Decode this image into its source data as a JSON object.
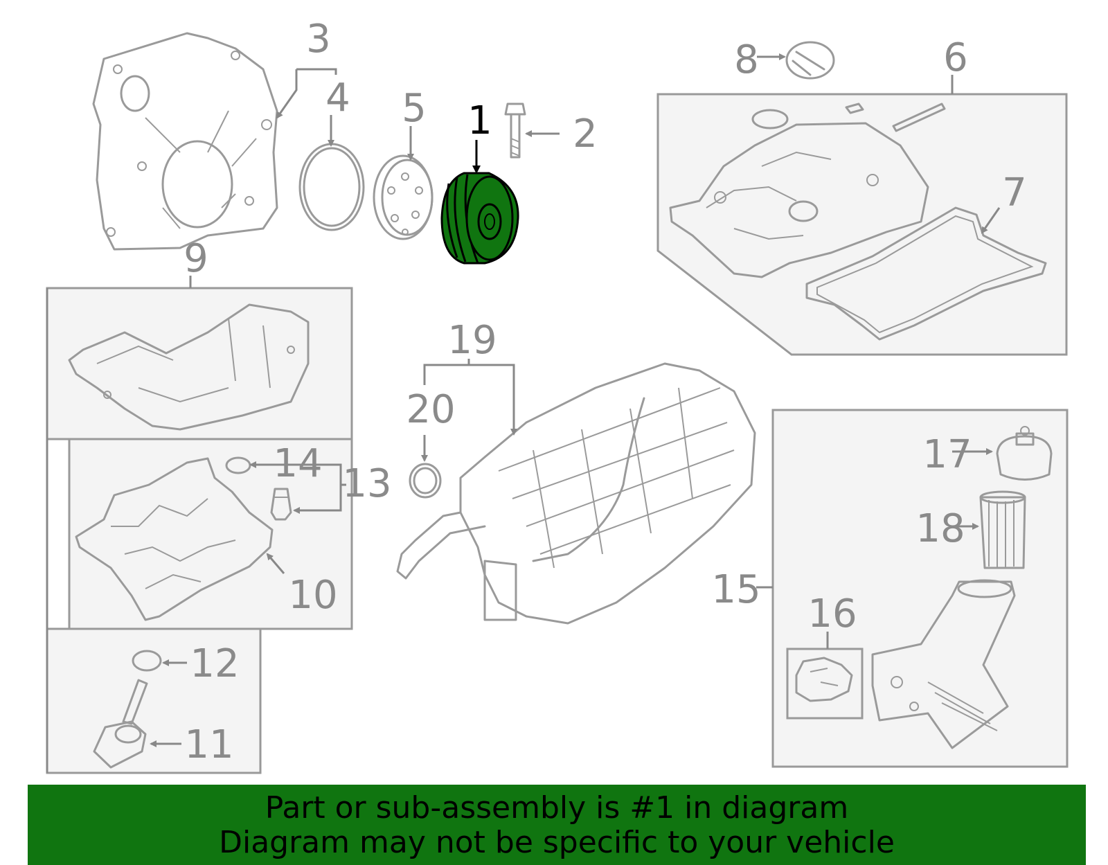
{
  "diagram": {
    "highlight_color": "#107510",
    "callouts": {
      "c1": "1",
      "c2": "2",
      "c3": "3",
      "c4": "4",
      "c5": "5",
      "c6": "6",
      "c7": "7",
      "c8": "8",
      "c9": "9",
      "c10": "10",
      "c11": "11",
      "c12": "12",
      "c13": "13",
      "c14": "14",
      "c15": "15",
      "c16": "16",
      "c17": "17",
      "c18": "18",
      "c19": "19",
      "c20": "20"
    }
  },
  "banner": {
    "line1": "Part or sub-assembly is #1 in diagram",
    "line2": "Diagram may not be specific to your vehicle"
  }
}
